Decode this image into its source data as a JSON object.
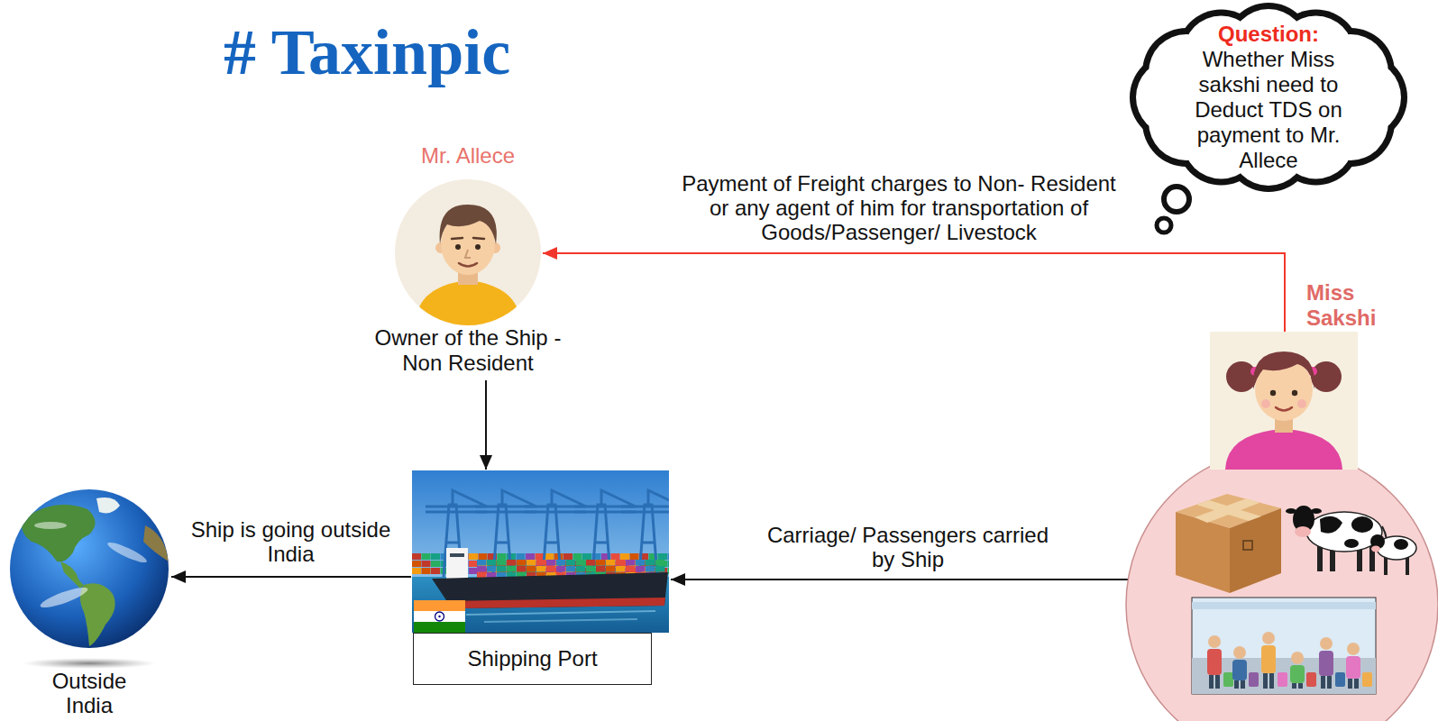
{
  "diagram": {
    "title": "# Taxinpic",
    "nodes": [
      {
        "text": [
          "Question:",
          "Whether Miss sakshi need to Deduct TDS on payment to Mr. Allece"
        ]
      },
      {
        "text": [
          "Mr. Allece",
          "Owner of the Ship -Non Resident"
        ]
      },
      {
        "text": [
          "Miss Sakshi"
        ]
      },
      {
        "text": [
          "Outside India"
        ]
      },
      {
        "text": [
          "Shipping Port"
        ]
      }
    ],
    "edges": [
      {
        "from": 2,
        "to": 1,
        "label": "Payment of Freight charges to Non- Resident or any agent of him for transportation of Goods/Passenger/ Livestock",
        "arrow": "to"
      },
      {
        "from": 1,
        "to": 4,
        "arrow": "to"
      },
      {
        "from": 2,
        "to": 4,
        "label": "Carriage/ Passengers carried by Ship",
        "arrow": "to"
      },
      {
        "from": 4,
        "to": 3,
        "label": "Ship is going outside India",
        "arrow": "to"
      }
    ]
  }
}
